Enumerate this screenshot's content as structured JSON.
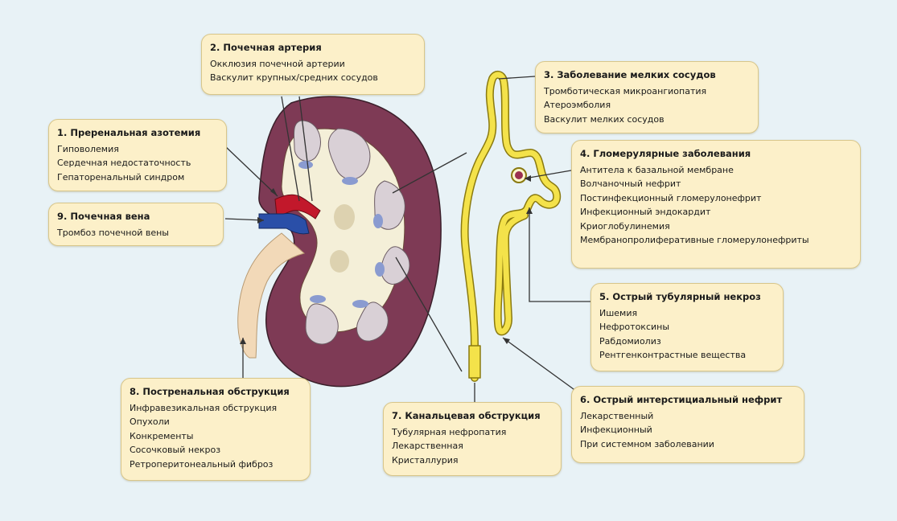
{
  "boxes": [
    {
      "id": "prerenal",
      "title": "1.   Преренальная азотемия",
      "items": [
        "Гиповолемия",
        "Сердечная недостаточность",
        "Гепаторенальный синдром"
      ]
    },
    {
      "id": "artery",
      "title": "2. Почечная артерия",
      "items": [
        "Окклюзия почечной артерии",
        "Васкулит крупных/средних сосудов"
      ]
    },
    {
      "id": "small_vessels",
      "title": "3. Заболевание мелких сосудов",
      "items": [
        "Тромботическая микроангиопатия",
        "Атероэмболия",
        "Васкулит мелких сосудов"
      ]
    },
    {
      "id": "glomerular",
      "title": "4. Гломерулярные заболевания",
      "items": [
        "Антитела к базальной мембране",
        "Волчаночный нефрит",
        "Постинфекционный гломерулонефрит",
        "Инфекционный эндокардит",
        "Криоглобулинемия",
        "Мембранопролиферативные гломерулонефриты"
      ]
    },
    {
      "id": "atn",
      "title": "5. Острый тубулярный некроз",
      "items": [
        "Ишемия",
        "Нефротоксины",
        "Рабдомиолиз",
        "Рентгенконтрастные  вещества"
      ]
    },
    {
      "id": "ain",
      "title": "6. Острый интерстициальный нефрит",
      "items": [
        "Лекарственный",
        "Инфекционный",
        "При системном заболевании"
      ]
    },
    {
      "id": "tubular_obstruction",
      "title": "7. Канальцевая обструкция",
      "items": [
        "Тубулярная нефропатия",
        "Лекарственная",
        "Кристаллурия"
      ]
    },
    {
      "id": "postrenal",
      "title": "8. Постренальная обструкция",
      "items": [
        "Инфравезикальная обструкция",
        "Опухоли",
        "Конкременты",
        "Сосочковый некроз",
        "Ретроперитонеальный фиброз"
      ]
    },
    {
      "id": "renal_vein",
      "title": "9. Почечная вена",
      "items": [
        "Тромбоз почечной вены"
      ]
    }
  ],
  "colors": {
    "background": "#e8f2f6",
    "box_fill": "#fcf0c9",
    "box_border": "#d8c68a",
    "kidney_cortex": "#7e3a55",
    "kidney_medulla": "#f4efd8",
    "artery": "#c2182b",
    "vein": "#2a4fa8",
    "ureter": "#f2d9b8",
    "nephron": "#f4e24a"
  }
}
